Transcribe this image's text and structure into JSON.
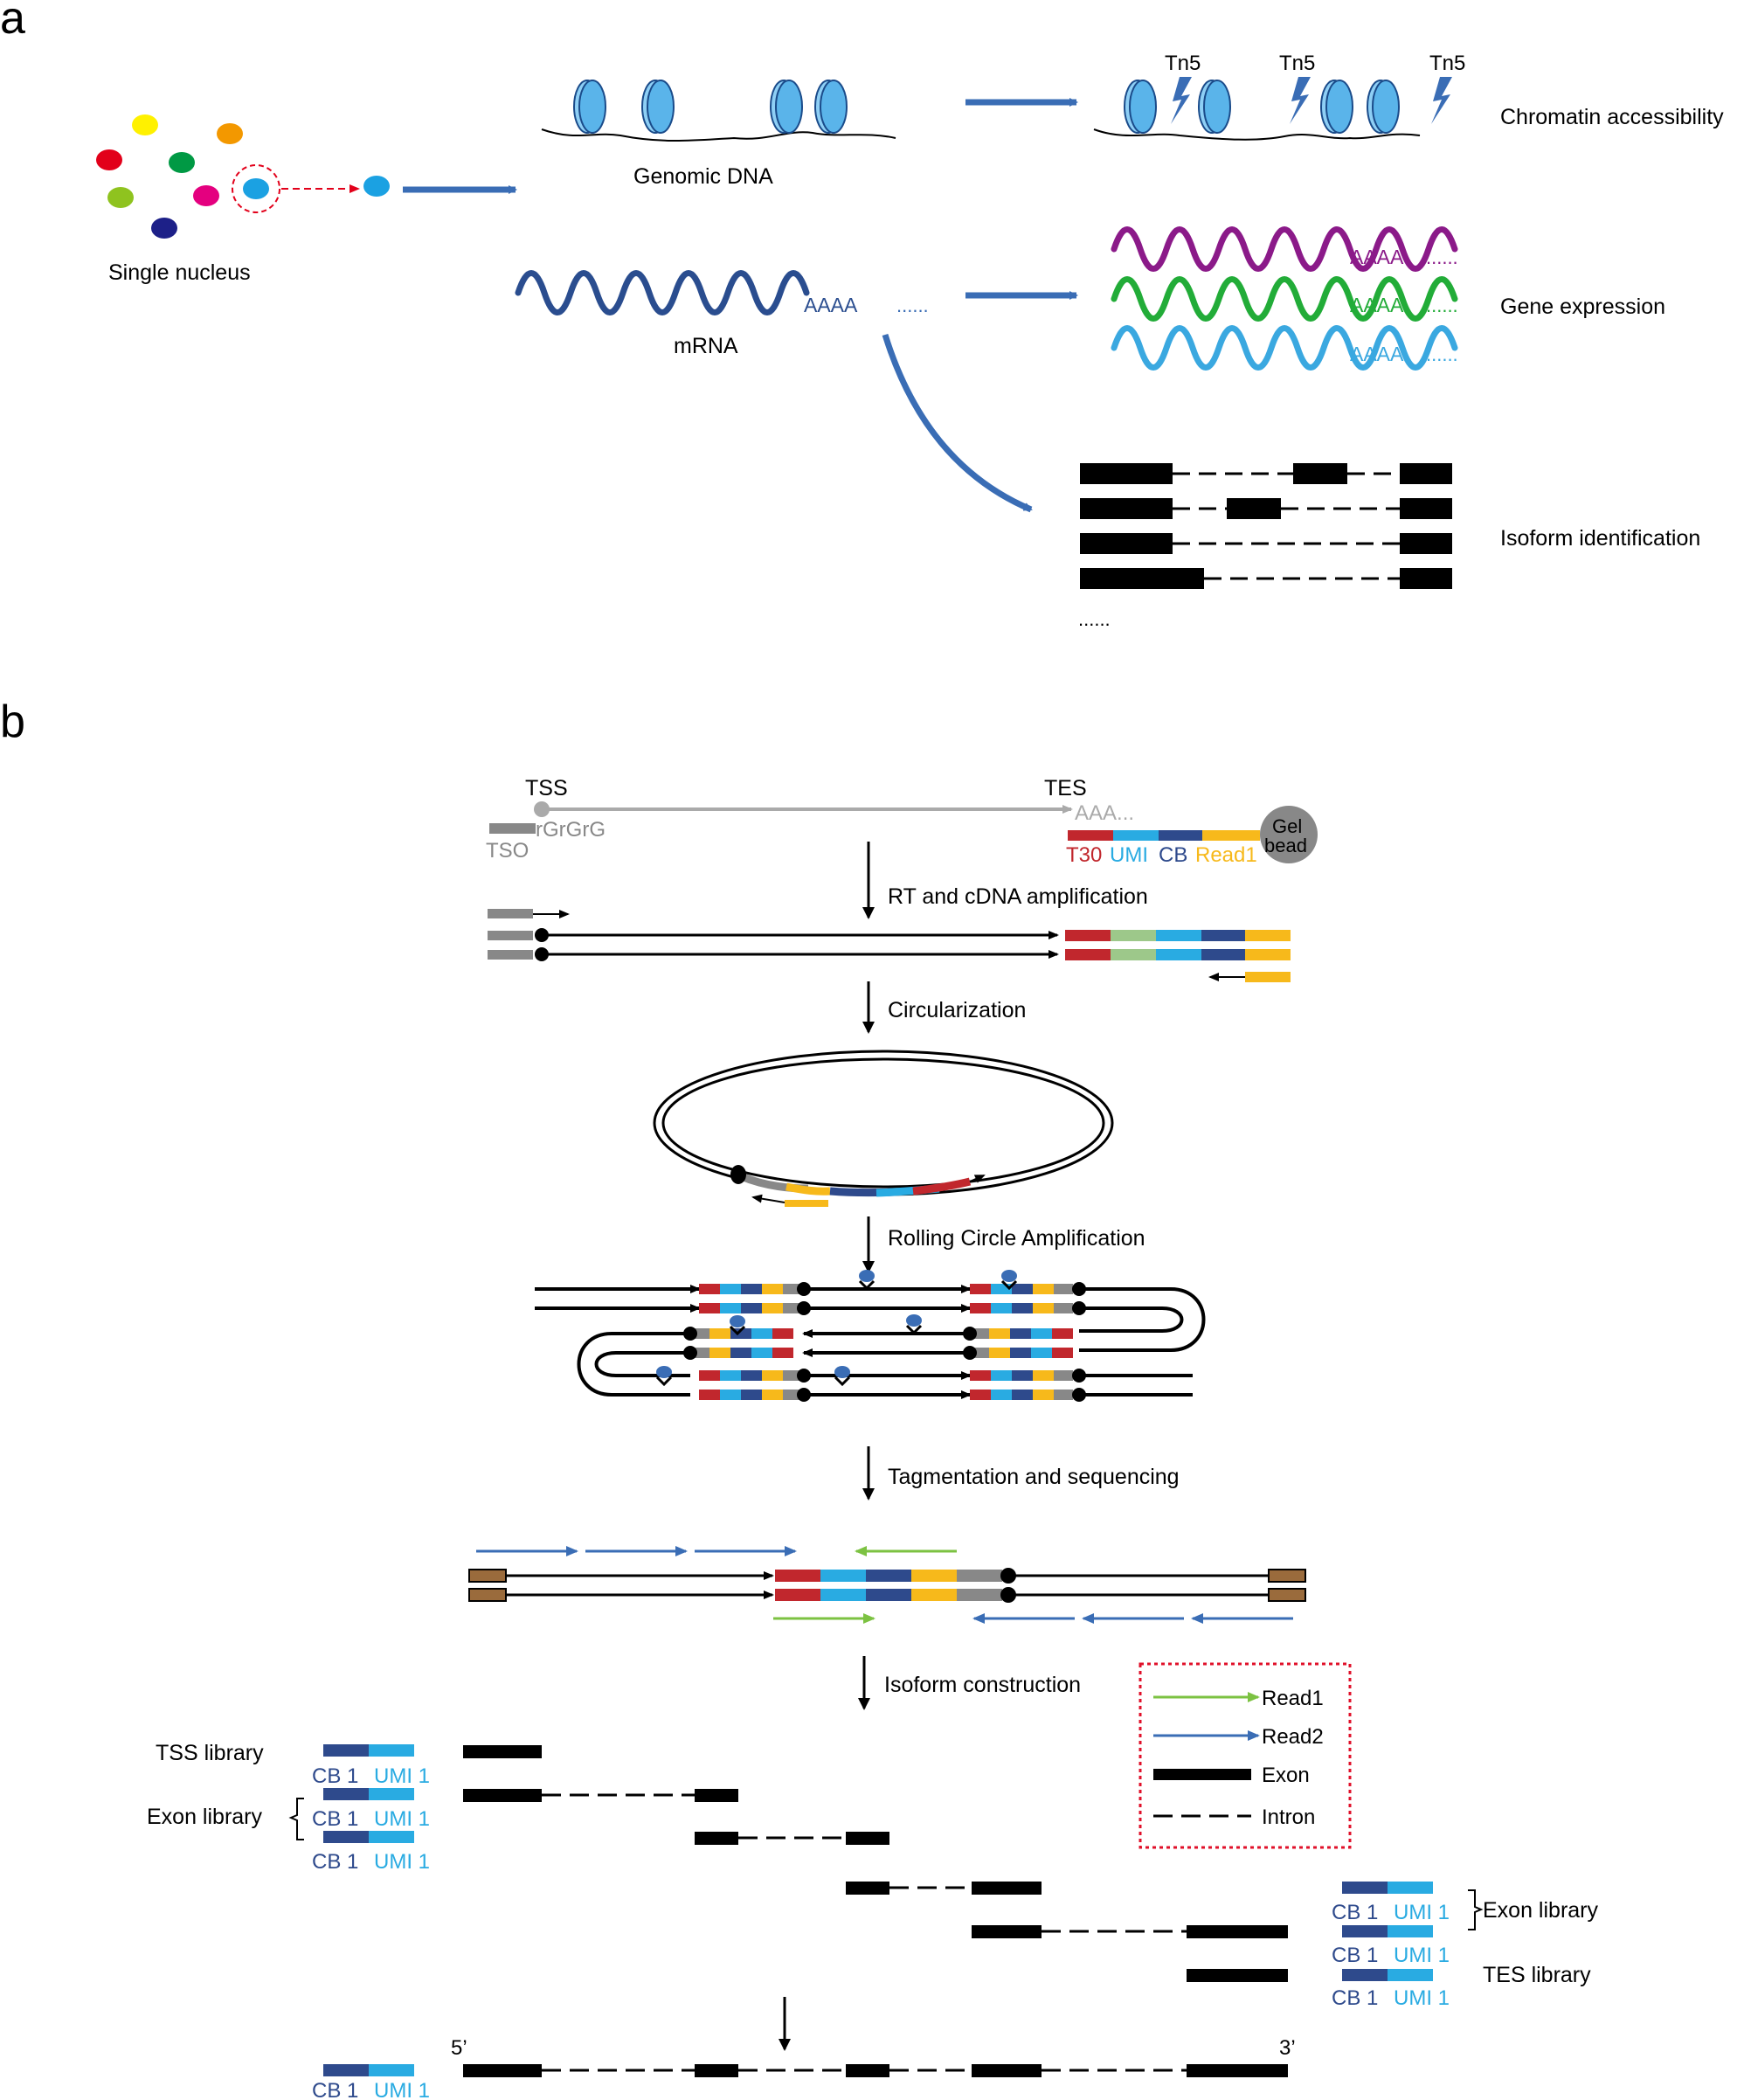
{
  "panel_a": {
    "label": "a",
    "single_nucleus": "Single nucleus",
    "genomic_dna": "Genomic DNA",
    "mrna": "mRNA",
    "polya": "AAAA",
    "ellipsis": "......",
    "tn5": "Tn5",
    "chromatin_accessibility": "Chromatin accessibility",
    "gene_expression": "Gene expression",
    "isoform_identification": "Isoform identification",
    "colors": {
      "nucleus_red": "#e2001a",
      "nucleus_yellow": "#fff100",
      "nucleus_orange": "#f39800",
      "nucleus_green": "#009944",
      "nucleus_lime": "#8fc31f",
      "nucleus_magenta": "#e4007f",
      "nucleus_blue": "#1ba1e2",
      "nucleus_navy": "#1d2088",
      "arrow_blue": "#3a6db5",
      "mrna_navy": "#2a4d8f",
      "wave_purple": "#8b1a89",
      "wave_green": "#22ac38",
      "wave_cyan": "#3aa8e0"
    }
  },
  "panel_b": {
    "label": "b",
    "tss": "TSS",
    "tes": "TES",
    "aaa": "AAA...",
    "rgrgrg": "rGrGrG",
    "tso": "TSO",
    "t30": "T30",
    "umi": "UMI",
    "cb": "CB",
    "read1": "Read1",
    "gel": "Gel",
    "bead": "bead",
    "step_rt": "RT and cDNA amplification",
    "step_circ": "Circularization",
    "step_rca": "Rolling Circle Amplification",
    "step_tag": "Tagmentation and sequencing",
    "step_iso": "Isoform construction",
    "legend": {
      "read1": "Read1",
      "read2": "Read2",
      "exon": "Exon",
      "intron": "Intron"
    },
    "tss_library": "TSS library",
    "exon_library": "Exon library",
    "tes_library": "TES library",
    "cb1": "CB 1",
    "umi1": "UMI 1",
    "five_prime": "5’",
    "three_prime": "3’",
    "colors": {
      "t30_red": "#c1272d",
      "umi_cyan": "#29abe2",
      "cb_navy": "#2e4a8c",
      "read1_yellow": "#f7b91b",
      "tso_gray": "#888888",
      "green_seg": "#9dc88a",
      "read1_arrow_green": "#7cc242",
      "read2_arrow_blue": "#3a6db5",
      "adaptor_brown": "#9a6b3c",
      "legend_border": "#e0102a"
    }
  }
}
